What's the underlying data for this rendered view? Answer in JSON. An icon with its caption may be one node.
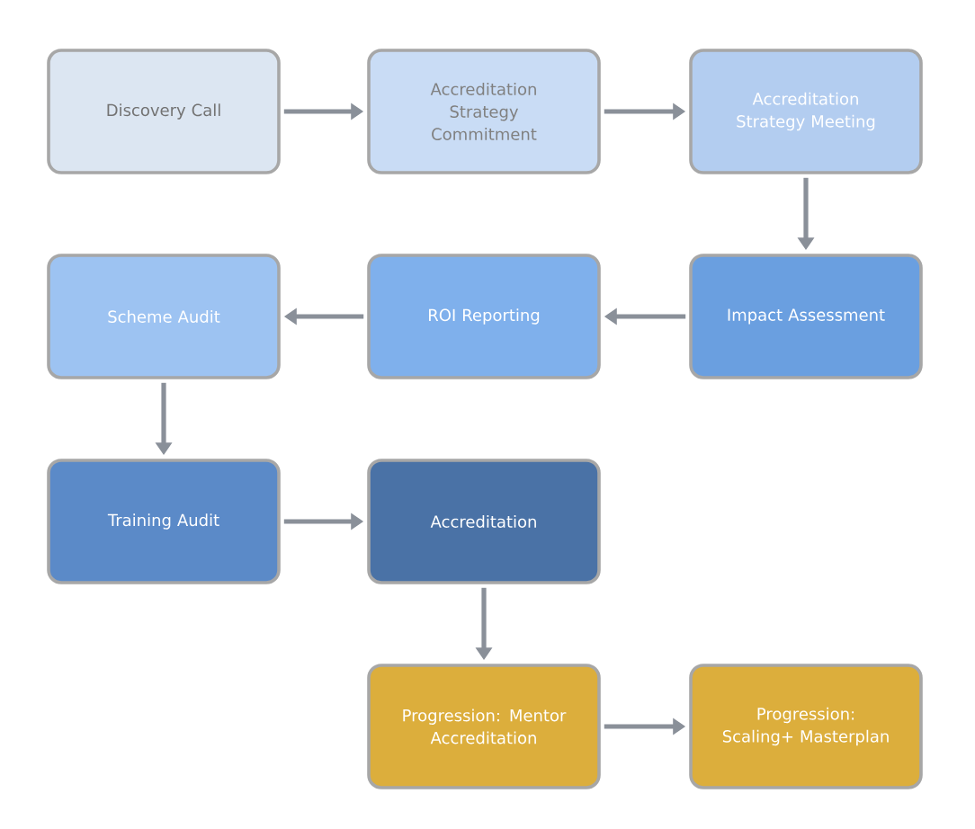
{
  "diagram": {
    "nodes": [
      {
        "text": [
          "Discovery Call"
        ]
      },
      {
        "text": [
          "Accreditation Strategy Commitment"
        ]
      },
      {
        "text": [
          "Accreditation Strategy Meeting"
        ]
      },
      {
        "text": [
          "Impact Assessment"
        ]
      },
      {
        "text": [
          "ROI Reporting"
        ]
      },
      {
        "text": [
          "Scheme Audit"
        ]
      },
      {
        "text": [
          "Training Audit"
        ]
      },
      {
        "text": [
          "Accreditation"
        ]
      },
      {
        "text": [
          "Progression: Mentor Accreditation"
        ]
      },
      {
        "text": [
          "Progression: Scaling+ Masterplan"
        ]
      }
    ],
    "edges": [
      {
        "from": 0,
        "to": 1,
        "arrow": "to"
      },
      {
        "from": 1,
        "to": 2,
        "arrow": "to"
      },
      {
        "from": 2,
        "to": 3,
        "arrow": "to"
      },
      {
        "from": 3,
        "to": 4,
        "arrow": "to"
      },
      {
        "from": 4,
        "to": 5,
        "arrow": "to"
      },
      {
        "from": 5,
        "to": 6,
        "arrow": "to"
      },
      {
        "from": 6,
        "to": 7,
        "arrow": "to"
      },
      {
        "from": 7,
        "to": 8,
        "arrow": "to"
      },
      {
        "from": 8,
        "to": 9,
        "arrow": "to"
      }
    ]
  }
}
